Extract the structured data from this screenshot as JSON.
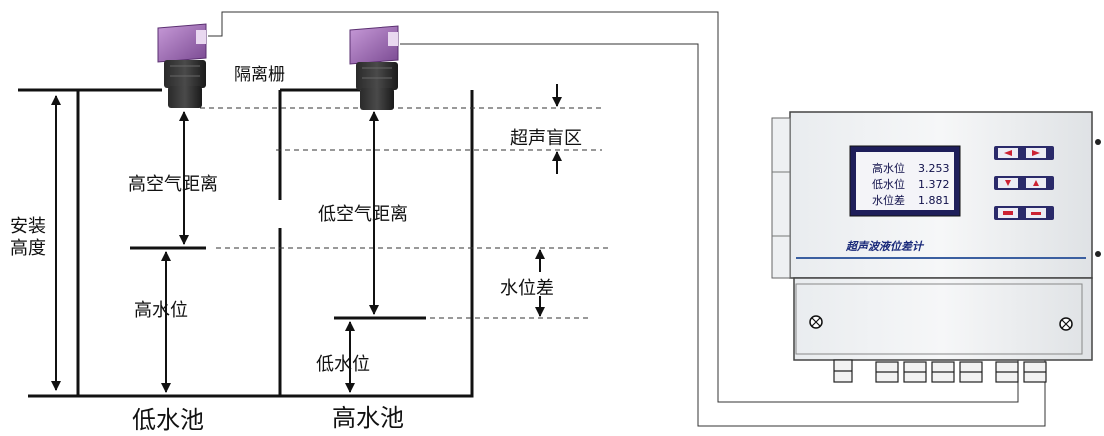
{
  "diagram": {
    "sensor_labels": {
      "isolation_grid": "隔离栅"
    },
    "measurements": {
      "install_height_line1": "安装",
      "install_height_line2": "高度",
      "high_air_distance": "高空气距离",
      "low_air_distance": "低空气距离",
      "blind_zone": "超声盲区",
      "level_difference": "水位差",
      "high_level": "高水位",
      "low_level": "低水位"
    },
    "tanks": {
      "left_name": "低水池",
      "right_name": "高水池"
    },
    "controller": {
      "readouts": [
        {
          "label": "高水位",
          "value": "3.253"
        },
        {
          "label": "低水位",
          "value": "1.372"
        },
        {
          "label": "水位差",
          "value": "1.881"
        }
      ],
      "brand": "超声波液位差计"
    }
  }
}
